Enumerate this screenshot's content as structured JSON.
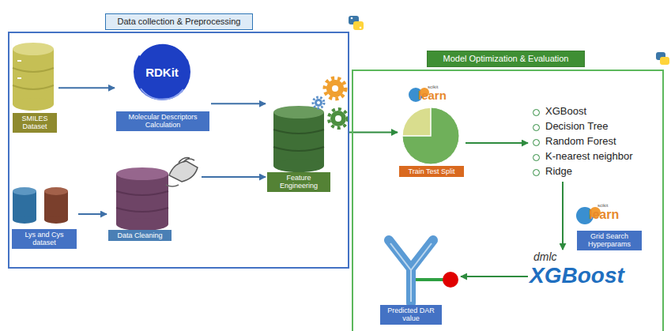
{
  "diagram": {
    "nodes": [
      {
        "text": [
          "Data collection & Preprocessing"
        ]
      },
      {
        "text": [
          "SMILES Dataset"
        ],
        "in": 0
      },
      {
        "text": [
          "RDKit",
          "Molecular Descriptors Calculation"
        ],
        "in": 0
      },
      {
        "text": [
          "Lys and Cys dataset"
        ],
        "in": 0
      },
      {
        "text": [
          "Data Cleaning"
        ],
        "in": 0
      },
      {
        "text": [
          "Feature Engineering"
        ],
        "in": 0
      },
      {
        "text": [
          "Model Optimization & Evaluation"
        ]
      },
      {
        "text": [
          "Train Test Split"
        ],
        "in": 6
      },
      {
        "text": [
          "XGBoost",
          "Decision Tree",
          "Random Forest",
          "K-nearest neighbor",
          "Ridge"
        ],
        "in": 6
      },
      {
        "text": [
          "Grid Search Hyperparams"
        ],
        "in": 6
      },
      {
        "text": [
          "dmlc",
          "XGBoost"
        ],
        "in": 6
      },
      {
        "text": [
          "Predicted DAR value"
        ],
        "in": 6
      }
    ],
    "edges": [
      {
        "from": 1,
        "to": 2,
        "arrow": "to"
      },
      {
        "from": 2,
        "to": 5,
        "arrow": "to"
      },
      {
        "from": 3,
        "to": 4,
        "arrow": "to"
      },
      {
        "from": 4,
        "to": 5,
        "arrow": "to"
      },
      {
        "from": 5,
        "to": 7,
        "arrow": "to"
      },
      {
        "from": 7,
        "to": 8,
        "arrow": "to"
      },
      {
        "from": 8,
        "to": 10,
        "arrow": "to"
      },
      {
        "from": 10,
        "to": 11,
        "arrow": "to"
      }
    ],
    "labels": [
      "scikit",
      "learn",
      "scikit",
      "learn"
    ]
  }
}
